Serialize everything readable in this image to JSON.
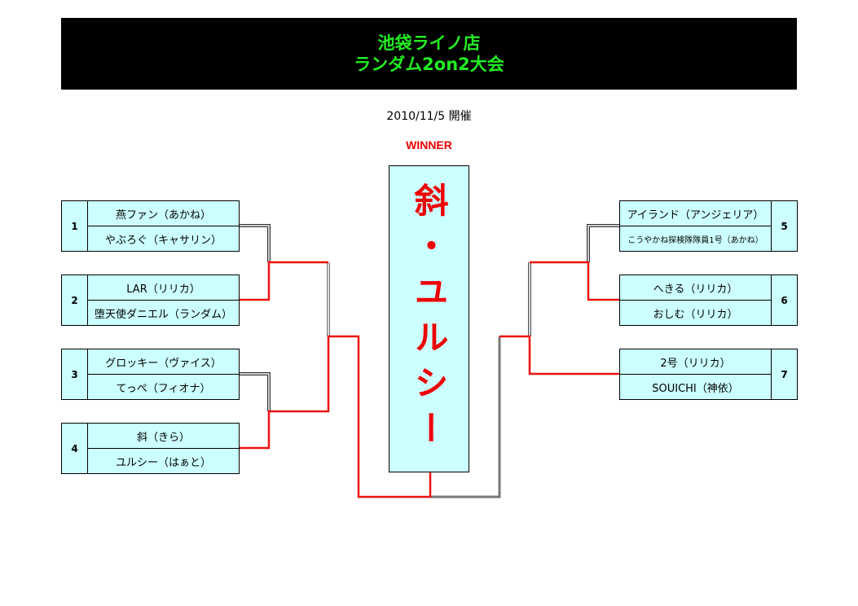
{
  "header": {
    "line1": "池袋ライノ店",
    "line2": "ランダム2on2大会"
  },
  "date": "2010/11/5  開催",
  "winner_label": "WINNER",
  "winner": "斜・ユルシー",
  "teams": [
    {
      "seed": "1",
      "players": [
        "燕ファン（あかね）",
        "やぶろぐ（キャサリン）"
      ]
    },
    {
      "seed": "2",
      "players": [
        "LAR（リリカ）",
        "堕天使ダニエル（ランダム）"
      ]
    },
    {
      "seed": "3",
      "players": [
        "グロッキー（ヴァイス）",
        "てっぺ（フィオナ）"
      ]
    },
    {
      "seed": "4",
      "players": [
        "斜（きら）",
        "ユルシー（はぁと）"
      ]
    },
    {
      "seed": "5",
      "players": [
        "アイランド（アンジェリア）",
        "こうやかね探検隊隊員1号（あかね）"
      ]
    },
    {
      "seed": "6",
      "players": [
        "へきる（リリカ）",
        "おしむ（リリカ）"
      ]
    },
    {
      "seed": "7",
      "players": [
        "2号（リリカ）",
        "SOUICHI（神依）"
      ]
    }
  ],
  "colors": {
    "win_line": "#ee1111",
    "box_fill": "#ccffff",
    "title_text": "#22ee22"
  }
}
